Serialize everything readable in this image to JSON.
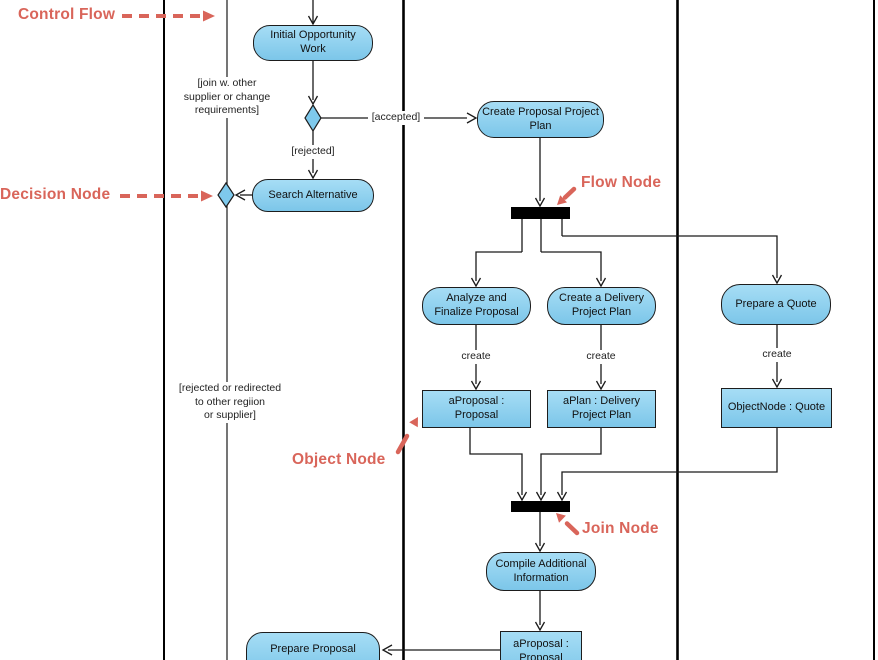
{
  "annotations": {
    "control_flow": "Control Flow",
    "decision_node": "Decision Node",
    "flow_node": "Flow Node",
    "object_node": "Object Node",
    "join_node": "Join Node"
  },
  "nodes": {
    "initial_opportunity_work": "Initial Opportunity Work",
    "create_proposal_project_plan": [
      "Create Proposal Project",
      "Plan"
    ],
    "search_alternative": "Search Alternative",
    "analyze_and_finalize_proposal": [
      "Analyze and",
      "Finalize Proposal"
    ],
    "create_a_delivery_project_plan": [
      "Create a Delivery",
      "Project Plan"
    ],
    "prepare_a_quote": "Prepare a Quote",
    "compile_additional_information": [
      "Compile Additional",
      "Information"
    ],
    "prepare_proposal": "Prepare Proposal",
    "aproposal_proposal": "aProposal : Proposal",
    "aplan_delivery_project_plan": [
      "aPlan : Delivery",
      "Project Plan"
    ],
    "objectnode_quote": "ObjectNode : Quote",
    "aproposal_proposal_2": [
      "aProposal :",
      "Proposal"
    ]
  },
  "guards": {
    "join_alternative": [
      "[join w. other",
      "supplier or change",
      "requirements]"
    ],
    "rejected_redirect": [
      "[rejected or redirected",
      "to other regiion",
      "or supplier]"
    ],
    "accepted": "[accepted]",
    "rejected": "[rejected]",
    "create": "create"
  },
  "colors": {
    "node_fill_top": "#a6ddf5",
    "node_fill_bottom": "#7cc6e9",
    "node_border": "#1d1d1d",
    "edge": "#1a1a1a",
    "bar_fill": "#000000",
    "annotation_red": "#d9655a"
  }
}
